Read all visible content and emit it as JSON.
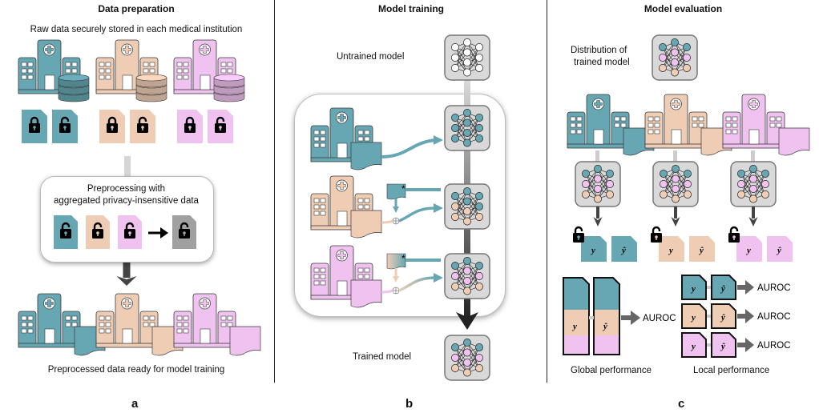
{
  "colors": {
    "teal": "#66a7b3",
    "peach": "#efcdb5",
    "pink": "#efc2ef",
    "gray_doc": "#a0a0a0",
    "outline": "#3a3a3a",
    "model_bg": "#d9d9d9"
  },
  "panel_a": {
    "title": "Data preparation",
    "raw_caption": "Raw data securely stored in each medical institution",
    "preprocess_line1": "Preprocessing with",
    "preprocess_line2": "aggregated privacy-insensitive data",
    "output_caption": "Preprocessed data ready for model training",
    "letter": "a",
    "institutions": [
      "teal",
      "peach",
      "pink"
    ]
  },
  "panel_b": {
    "title": "Model training",
    "untrained_label": "Untrained model",
    "trained_label": "Trained model",
    "letter": "b",
    "asterisk": "*",
    "plus": "⊕"
  },
  "panel_c": {
    "title": "Model evaluation",
    "distribution_line1": "Distribution of",
    "distribution_line2": "trained model",
    "y_label": "y",
    "yhat_label": "ŷ",
    "metric": "AUROC",
    "global_caption": "Global performance",
    "local_caption": "Local performance",
    "letter": "c"
  }
}
